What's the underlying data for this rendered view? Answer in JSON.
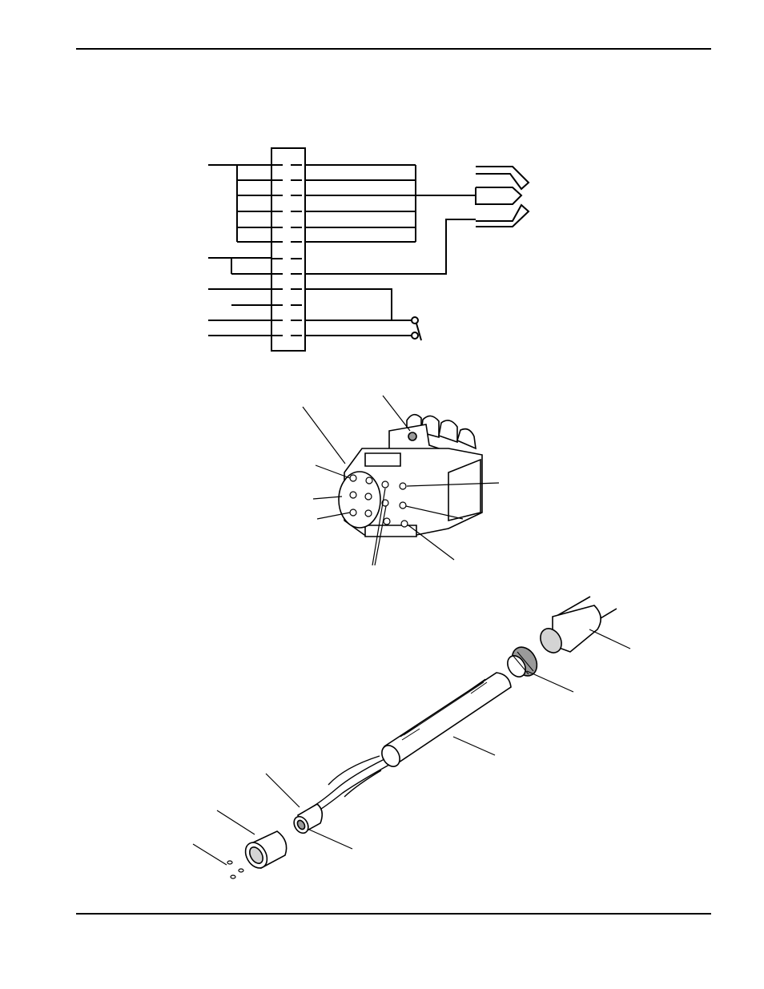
{
  "document": {
    "header_text": "",
    "footer_text": "",
    "figures": [
      {
        "id": "wiring-schematic",
        "caption": ""
      },
      {
        "id": "connector-pin-view",
        "caption": ""
      },
      {
        "id": "torch-exploded-view",
        "caption": ""
      }
    ]
  },
  "colors": {
    "ink": "#000000",
    "paper": "#ffffff",
    "shade": "#d4d4d4",
    "shade_dark": "#9a9a9a"
  }
}
